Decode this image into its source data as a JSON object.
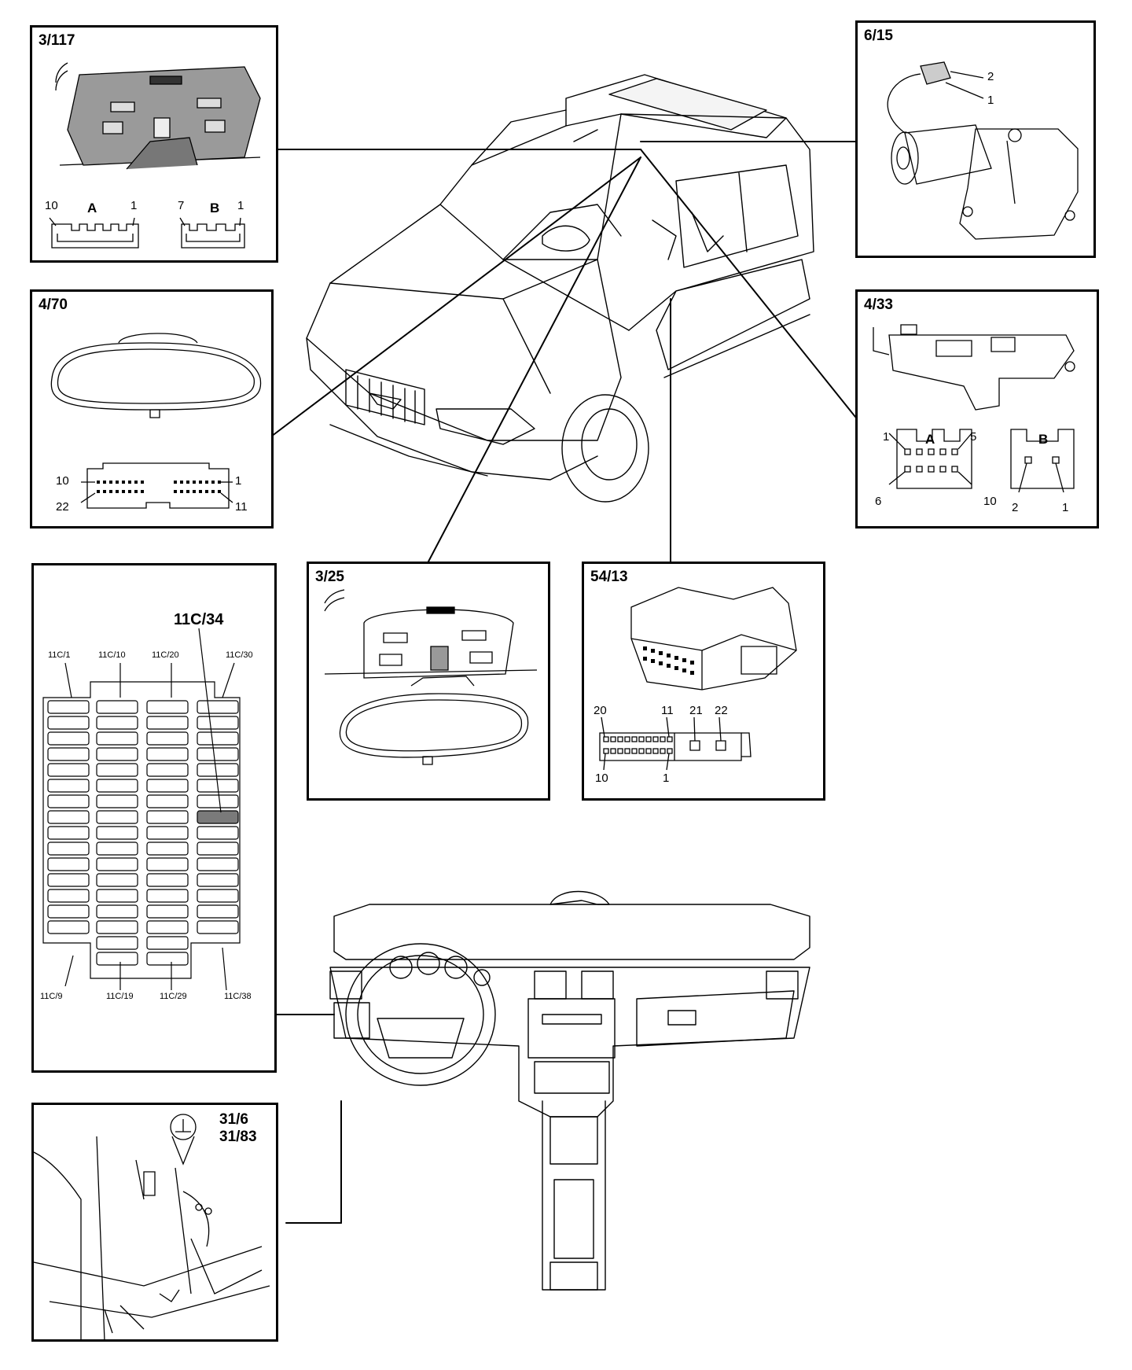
{
  "panels": {
    "p3_117": {
      "title": "3/117",
      "conn_a": "A",
      "conn_b": "B",
      "a_left": "10",
      "a_right": "1",
      "b_left": "7",
      "b_right": "1"
    },
    "p6_15": {
      "title": "6/15",
      "pin2": "2",
      "pin1": "1"
    },
    "p4_70": {
      "title": "4/70",
      "p10": "10",
      "p1": "1",
      "p22": "22",
      "p11": "11"
    },
    "p4_33": {
      "title": "4/33",
      "conn_a": "A",
      "conn_b": "B",
      "a1": "1",
      "a5": "5",
      "a6": "6",
      "a10": "10",
      "b2": "2",
      "b1": "1"
    },
    "p3_25": {
      "title": "3/25"
    },
    "p54_13": {
      "title": "54/13",
      "p20": "20",
      "p11": "11",
      "p21": "21",
      "p22": "22",
      "p10": "10",
      "p1": "1"
    },
    "fusebox": {
      "highlight": "11C/34",
      "top_labels": [
        "11C/1",
        "11C/10",
        "11C/20",
        "11C/30"
      ],
      "bottom_labels": [
        "11C/9",
        "11C/19",
        "11C/29",
        "11C/38"
      ]
    },
    "ground": {
      "title_1": "31/6",
      "title_2": "31/83",
      "ground_symbol": "ground-icon"
    }
  },
  "colors": {
    "line": "#000000",
    "highlight": "#7a7a7a",
    "shade": "#8c8c8c"
  }
}
